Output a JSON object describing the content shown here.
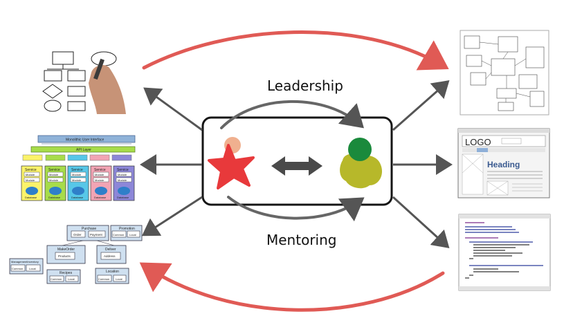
{
  "labels": {
    "top": "Leadership",
    "bottom": "Mentoring"
  },
  "monolith": {
    "title": "Monolithic User Interface",
    "api": "API Layer",
    "service": "Service",
    "module": "Module",
    "database": "Database"
  },
  "domain_model": {
    "purchase": "Purchase",
    "order": "Order",
    "payment": "Payment",
    "promotion": "Promotion",
    "common": "Common",
    "local": "Local",
    "make_order": "MakeOrder",
    "products": "Products",
    "deliver": "Deliver",
    "address": "Address",
    "management": "ManagementInventory",
    "recipes": "Recipes",
    "location": "Location"
  },
  "wireframe": {
    "logo": "LOGO",
    "heading": "Heading"
  },
  "colors": {
    "red_arrow": "#e05a55",
    "gray_arrow": "#555555",
    "star": "#e8393b",
    "star_head": "#f0b08f",
    "blob": "#b7b82a",
    "blob_head": "#1a8a3c"
  }
}
